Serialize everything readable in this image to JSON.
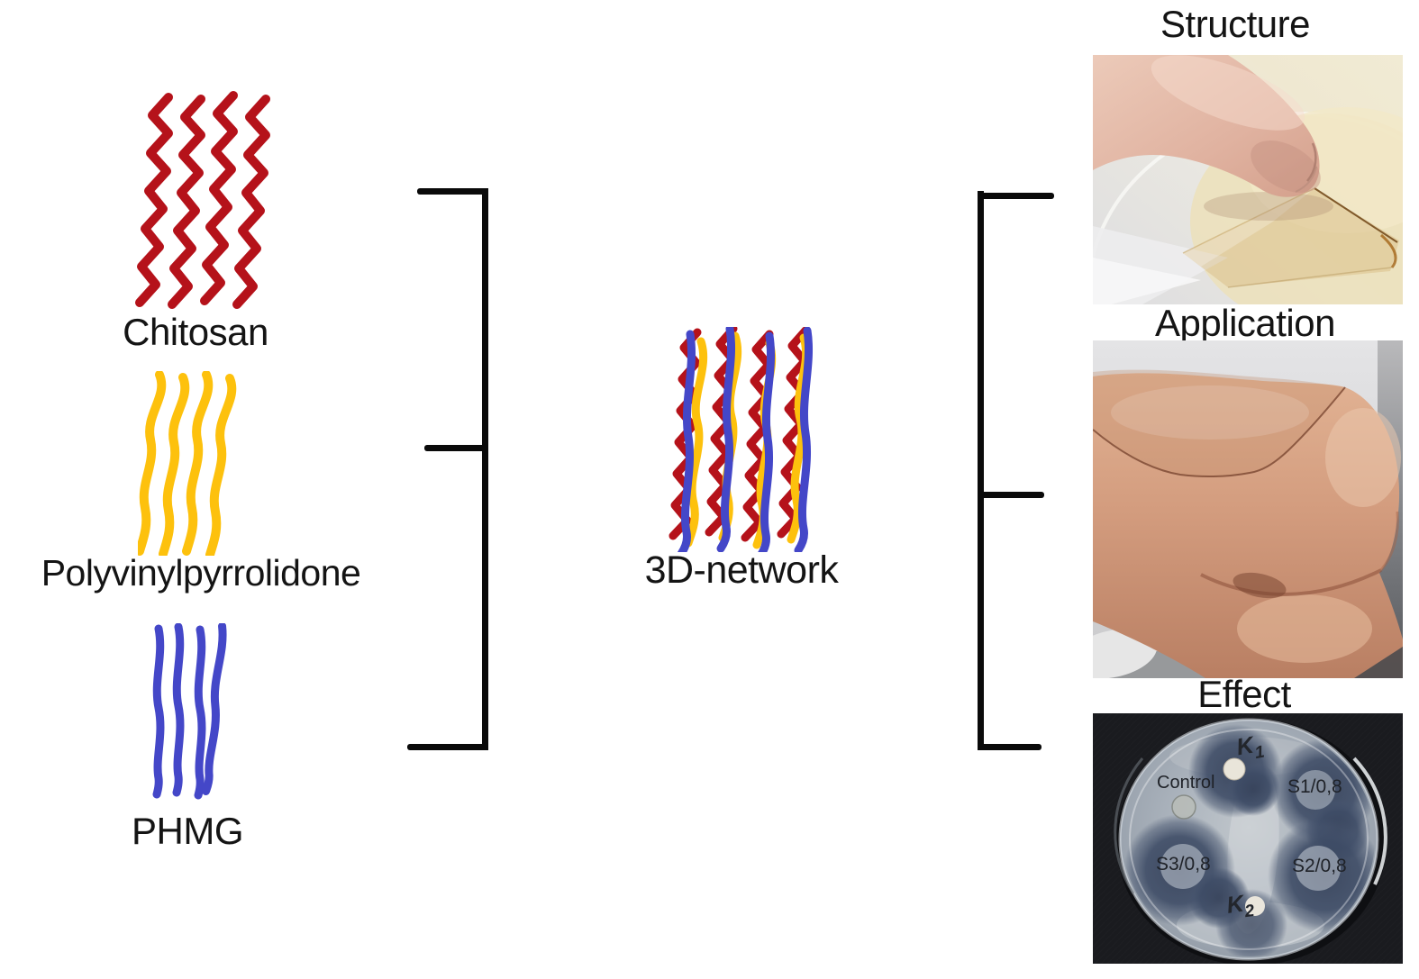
{
  "polymers": {
    "chitosan": "Chitosan",
    "pvp": "Polyvinylpyrrolidone",
    "phmg": "PHMG"
  },
  "network": {
    "label": "3D-network"
  },
  "panels": {
    "structure": "Structure",
    "application": "Application",
    "effect": "Effect"
  },
  "petri": {
    "k1_letter": "K",
    "k1_sub": "1",
    "control": "Control",
    "s1": "S1/0,8",
    "s2": "S2/0,8",
    "s3": "S3/0,8",
    "k2_letter": "K",
    "k2_sub": "2"
  },
  "colors": {
    "chitosan": "#b5121a",
    "pvp": "#fdc10d",
    "phmg": "#4447c8"
  }
}
